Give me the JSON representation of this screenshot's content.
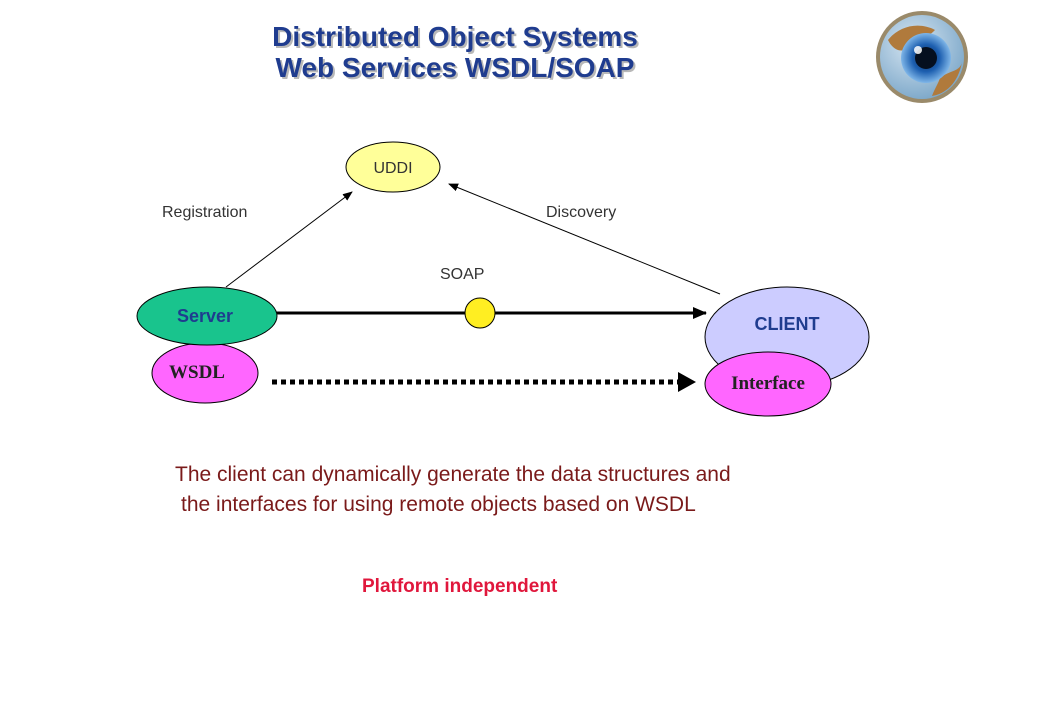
{
  "title": {
    "line1": "Distributed Object Systems",
    "line2": "Web Services  WSDL/SOAP"
  },
  "logo": {
    "icon": "eye-globe-icon"
  },
  "diagram": {
    "uddi": "UDDI",
    "registration": "Registration",
    "discovery": "Discovery",
    "soap": "SOAP",
    "server": "Server",
    "wsdl": "WSDL",
    "client": "CLIENT",
    "interface": "Interface"
  },
  "colors": {
    "uddi": "#ffff99",
    "server": "#19c48d",
    "wsdl": "#ff66ff",
    "client": "#ccccff",
    "interface": "#ff66ff",
    "soap_dot": "#ffee22"
  },
  "description": {
    "line1": "The client can dynamically generate the data structures and",
    "line2": "the interfaces for using remote objects based on WSDL"
  },
  "tagline": "Platform independent"
}
